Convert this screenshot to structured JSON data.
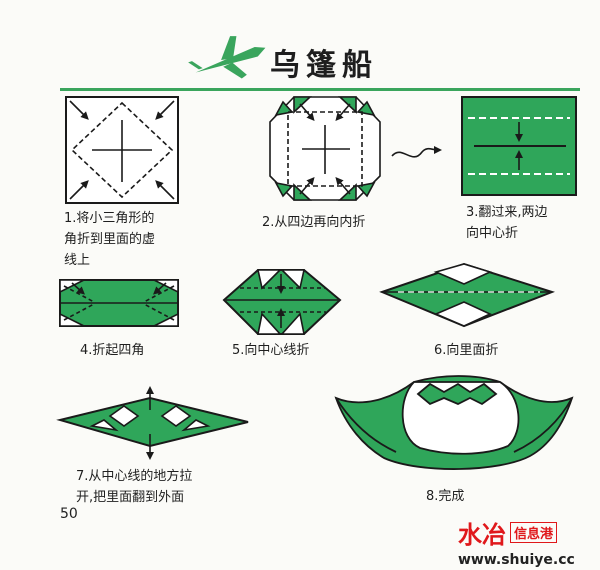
{
  "title": "乌篷船",
  "steps": [
    {
      "id": 1,
      "caption": "1.将小三角形的\n角折到里面的虚\n线上"
    },
    {
      "id": 2,
      "caption": "2.从四边再向内折"
    },
    {
      "id": 3,
      "caption": "3.翻过来,两边\n向中心折"
    },
    {
      "id": 4,
      "caption": "4.折起四角"
    },
    {
      "id": 5,
      "caption": "5.向中心线折"
    },
    {
      "id": 6,
      "caption": "6.向里面折"
    },
    {
      "id": 7,
      "caption": "7.从中心线的地方拉\n开,把里面翻到外面"
    },
    {
      "id": 8,
      "caption": "8.完成"
    }
  ],
  "page_number": "50",
  "watermark": {
    "brand_red": "水冶",
    "brand_box": "信息港",
    "url": "www.shuiye.cc"
  },
  "colors": {
    "paper_green": "#2fa65a",
    "outline": "#1a1a1a",
    "rule": "#3aa55d",
    "brand": "#e0181b"
  }
}
